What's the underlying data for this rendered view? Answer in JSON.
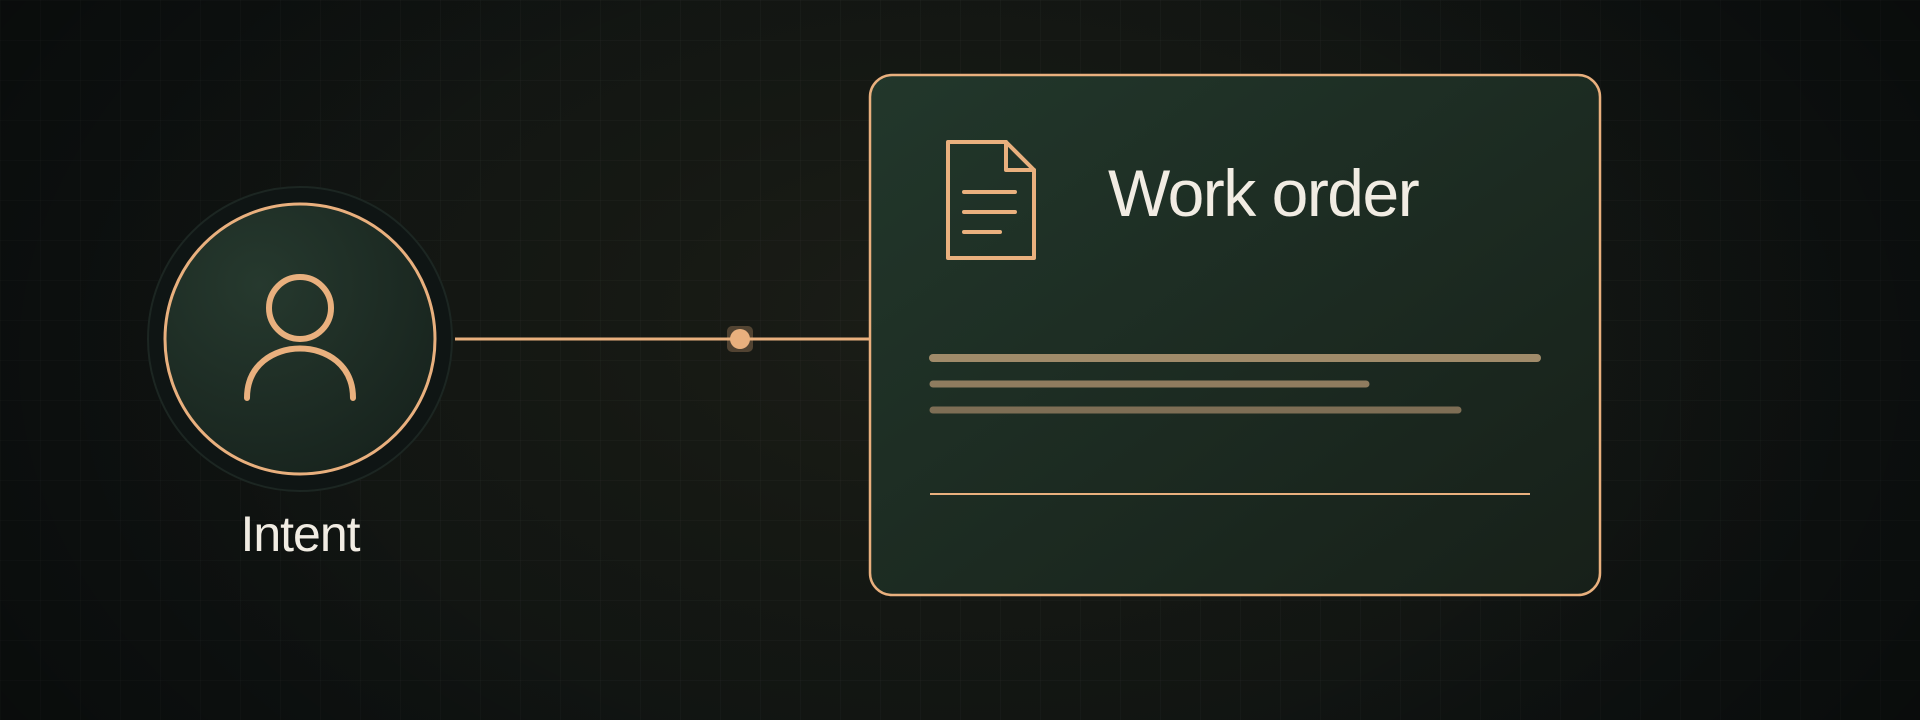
{
  "diagram": {
    "nodes": [
      {
        "id": "intent",
        "label": "Intent",
        "icon": "user-icon"
      },
      {
        "id": "work-order",
        "label": "Work order",
        "icon": "document-icon"
      }
    ],
    "edges": [
      {
        "from": "intent",
        "to": "work-order"
      }
    ]
  },
  "colors": {
    "accent": "#e9b07e",
    "node_fill": "#1f3128",
    "background": "#121612",
    "text": "#f1ece3",
    "placeholder_line": "#9a8466"
  }
}
